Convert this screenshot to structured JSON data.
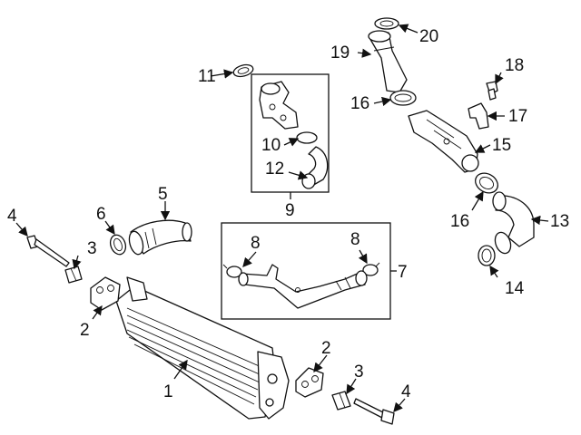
{
  "callouts": {
    "c1": "1",
    "c2a": "2",
    "c2b": "2",
    "c3a": "3",
    "c3b": "3",
    "c4a": "4",
    "c4b": "4",
    "c5": "5",
    "c6": "6",
    "c7": "7",
    "c8a": "8",
    "c8b": "8",
    "c9": "9",
    "c10": "10",
    "c11": "11",
    "c12": "12",
    "c13": "13",
    "c14": "14",
    "c15": "15",
    "c16a": "16",
    "c16b": "16",
    "c17": "17",
    "c18": "18",
    "c19": "19",
    "c20": "20"
  }
}
